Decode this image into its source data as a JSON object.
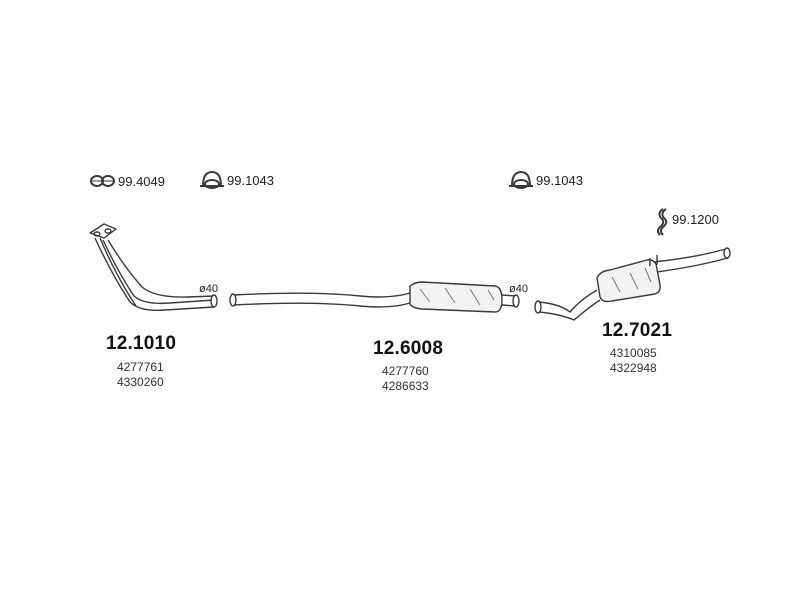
{
  "accessories": [
    {
      "code": "99.4049",
      "icon": "double-ring-clamp-icon"
    },
    {
      "code": "99.1043",
      "icon": "u-bolt-clamp-icon"
    },
    {
      "code": "99.1043",
      "icon": "u-bolt-clamp-icon"
    },
    {
      "code": "99.1200",
      "icon": "rubber-hanger-icon"
    }
  ],
  "pipe_diameters": [
    "ø40",
    "ø40"
  ],
  "parts": [
    {
      "part_number": "12.1010",
      "oem_numbers": [
        "4277761",
        "4330260"
      ]
    },
    {
      "part_number": "12.6008",
      "oem_numbers": [
        "4277760",
        "4286633"
      ]
    },
    {
      "part_number": "12.7021",
      "oem_numbers": [
        "4310085",
        "4322948"
      ]
    }
  ],
  "colors": {
    "line": "#3a3a3a",
    "muffler_fill": "#f2f2f2",
    "text": "#1a1a1a"
  }
}
